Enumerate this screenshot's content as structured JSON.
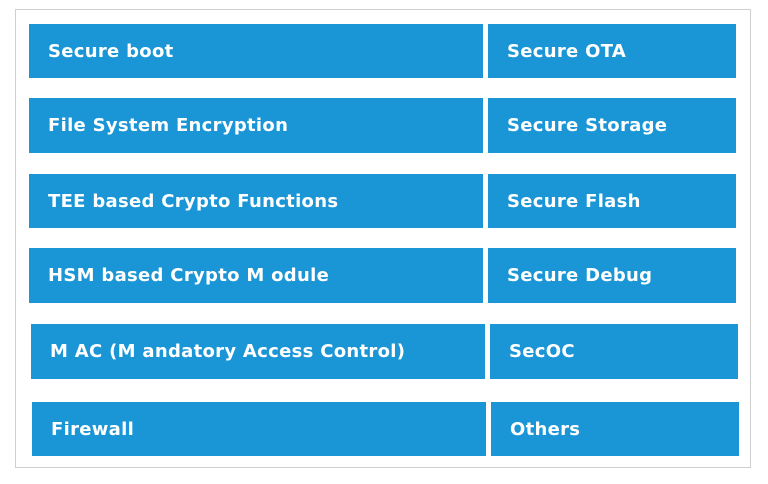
{
  "colors": {
    "block": "#1a95d5",
    "text": "#ffffff",
    "border": "#cfcfcf"
  },
  "rows": [
    {
      "left": "Secure boot",
      "right": "Secure OTA"
    },
    {
      "left": "File System Encryption",
      "right": "Secure Storage"
    },
    {
      "left": "TEE based Crypto Functions",
      "right": "Secure Flash"
    },
    {
      "left": "HSM  based Crypto M odule",
      "right": "Secure Debug"
    },
    {
      "left": "M AC (M andatory Access Control)",
      "right": "SecOC"
    },
    {
      "left": "Firewall",
      "right": "Others"
    }
  ]
}
